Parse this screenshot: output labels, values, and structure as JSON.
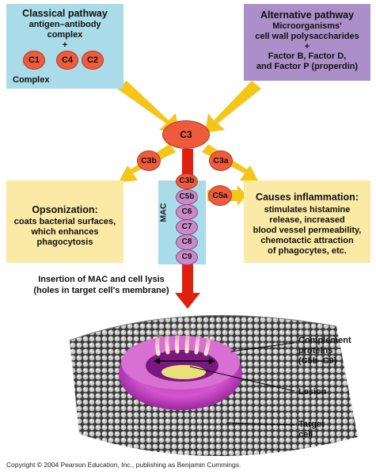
{
  "classical": {
    "title": "Classical pathway",
    "line1": "antigen–antibody",
    "line2": "complex",
    "plus": "+",
    "c1": "C1",
    "c4": "C4",
    "c2": "C2",
    "complex_label": "Complex"
  },
  "alternative": {
    "title": "Alternative pathway",
    "line1": "Microorganisms'",
    "line2": "cell wall polysaccharides",
    "plus": "+",
    "line3": "Factor B, Factor D,",
    "line4": "and Factor P (properdin)"
  },
  "c3": "C3",
  "c3b_left": "C3b",
  "c3a": "C3a",
  "c5a": "C5a",
  "mac": {
    "label": "MAC",
    "items": [
      "C3b",
      "C5b",
      "C6",
      "C7",
      "C8",
      "C9"
    ]
  },
  "opsonization": {
    "title": "Opsonization:",
    "line1": "coats bacterial surfaces,",
    "line2": "which enhances",
    "line3": "phagocytosis"
  },
  "inflammation": {
    "title": "Causes inflammation:",
    "line1": "stimulates histamine",
    "line2": "release, increased",
    "line3": "blood vessel permeability,",
    "line4": "chemotactic attraction",
    "line5": "of phagocytes, etc."
  },
  "insertion": {
    "line1": "Insertion of MAC and cell lysis",
    "line2": "(holes in target cell's membrane)"
  },
  "labels": {
    "complement_l1": "Complement",
    "complement_l2": "proteins",
    "complement_l3": "(C5b–C9)",
    "lesion": "Lesion",
    "target_l1": "Target",
    "target_l2": "cell"
  },
  "copyright": "Copyright © 2004 Pearson Education, Inc., publishing as Benjamin Cummings.",
  "colors": {
    "classical_bg": "#a9dbe8",
    "alternative_bg": "#ab8fc8",
    "effect_bg": "#fbe9a6",
    "mac_bg": "#a9dbe8",
    "circle": "#ee5a3c",
    "mac_bead": "#c98ac8",
    "arrow_yellow": "#f5c518",
    "arrow_red": "#e0200e"
  }
}
